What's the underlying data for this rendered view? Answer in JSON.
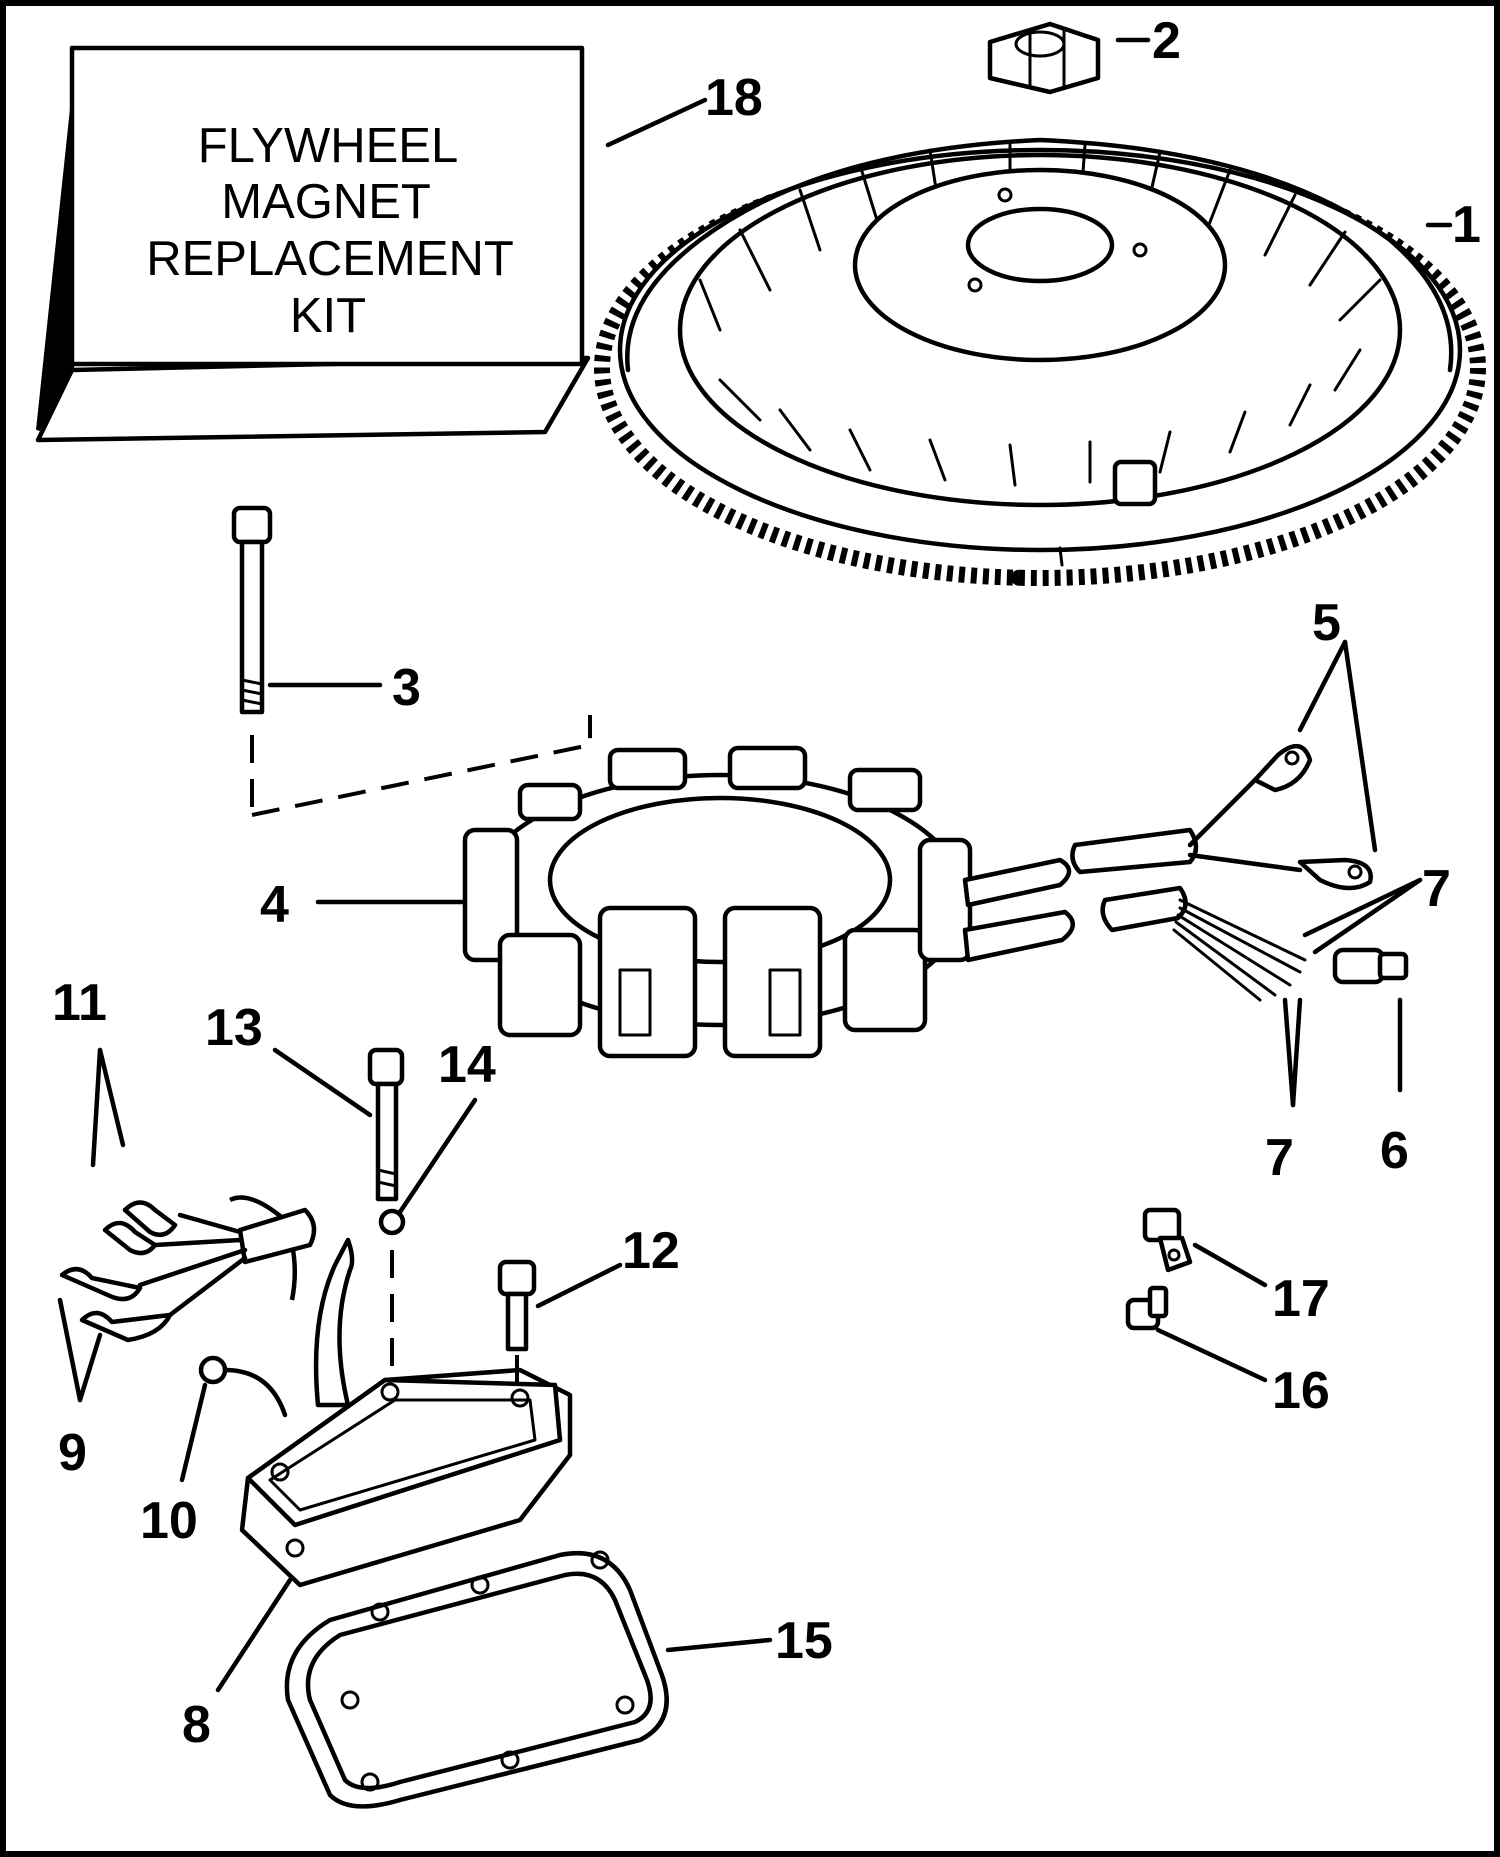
{
  "kit_box": {
    "lines": [
      "FLYWHEEL",
      "MAGNET",
      "REPLACEMENT",
      "KIT"
    ]
  },
  "callouts": {
    "c1": "1",
    "c2": "2",
    "c3": "3",
    "c4": "4",
    "c5": "5",
    "c6": "6",
    "c7a": "7",
    "c7b": "7",
    "c8": "8",
    "c9": "9",
    "c10": "10",
    "c11": "11",
    "c12": "12",
    "c13": "13",
    "c14": "14",
    "c15": "15",
    "c16": "16",
    "c17": "17",
    "c18": "18"
  }
}
